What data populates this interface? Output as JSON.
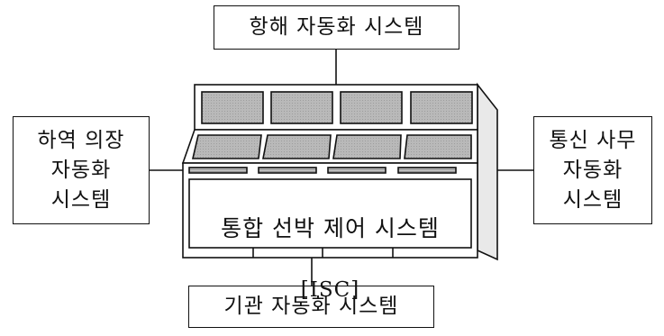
{
  "boxes": {
    "top": "항해 자동화 시스템",
    "left": "하역 의장\n자동화\n시스템",
    "right": "통신 사무\n자동화\n시스템",
    "bottom": "기관 자동화 시스템"
  },
  "center": {
    "title": "통합 선박 제어 시스템",
    "code": "[ISC]"
  },
  "colors": {
    "line": "#111111",
    "console_face": "#ffffff",
    "console_side": "#e9e9e9",
    "screen": "#b9b9b9",
    "screen_highlight": "#d7d7d7",
    "grille": "#9a9a9a"
  }
}
